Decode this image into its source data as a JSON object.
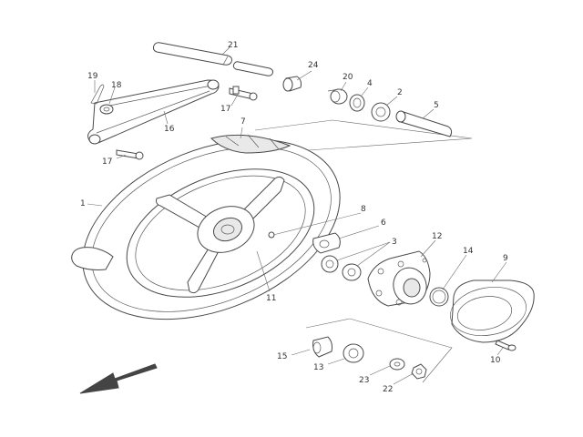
{
  "callouts": [
    "21",
    "19",
    "18",
    "16",
    "17",
    "17",
    "24",
    "20",
    "4",
    "2",
    "5",
    "7",
    "1",
    "8",
    "6",
    "3",
    "12",
    "14",
    "9",
    "11",
    "15",
    "13",
    "23",
    "22",
    "10"
  ],
  "colors": {
    "line": "#4a4a4a",
    "background": "#ffffff",
    "label": "#333333"
  }
}
